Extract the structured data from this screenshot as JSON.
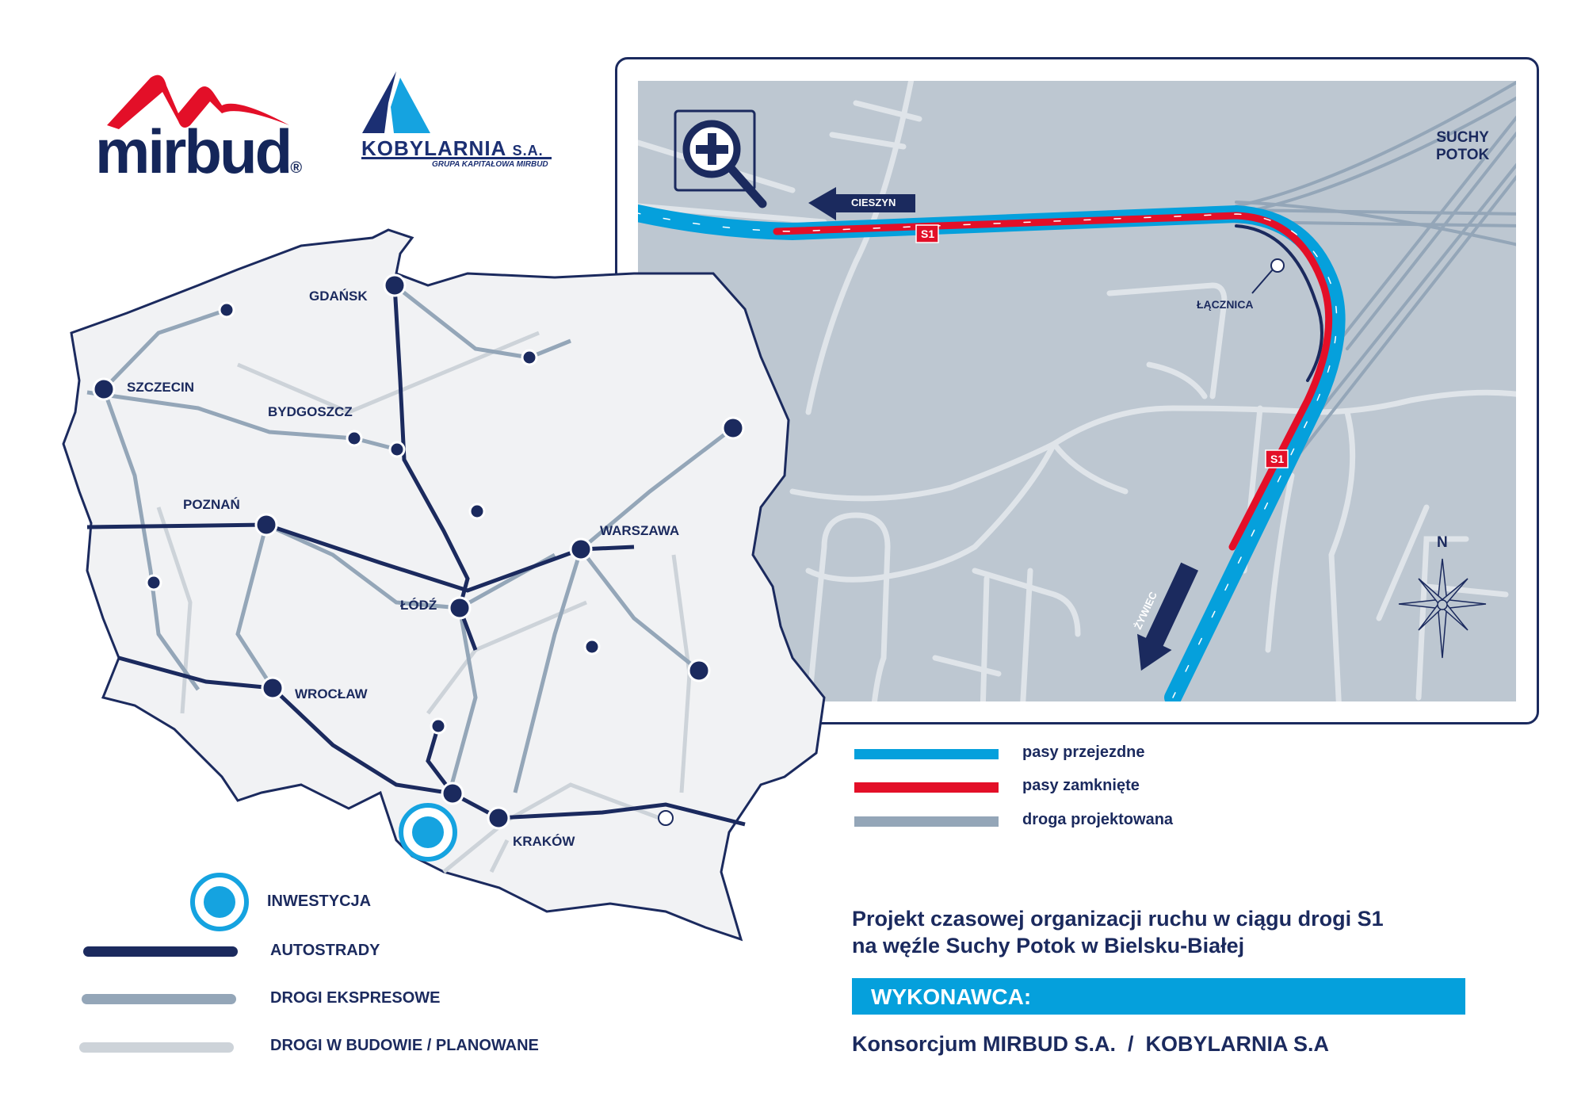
{
  "logos": {
    "mirbud": "mirbud",
    "mirbud_mark": "®",
    "kobylarnia": "KOBYLARNIA",
    "kobylarnia_suffix": "S.A.",
    "kobylarnia_sub": "GRUPA KAPITAŁOWA MIRBUD"
  },
  "poland_map": {
    "cities": [
      "GDAŃSK",
      "SZCZECIN",
      "BYDGOSZCZ",
      "POZNAŃ",
      "WARSZAWA",
      "ŁÓDŹ",
      "WROCŁAW",
      "KRAKÓW"
    ]
  },
  "legend_left": {
    "investment": "INWESTYCJA",
    "motorways": "AUTOSTRADY",
    "expressways": "DROGI EKSPRESOWE",
    "under_construction": "DROGI W BUDOWIE / PLANOWANE"
  },
  "detail_map": {
    "zoom_icon": "zoom-in-icon",
    "direction_west": "CIESZYN",
    "direction_south": "ŻYWIEC",
    "area_label_1": "SUCHY",
    "area_label_2": "POTOK",
    "ramp_label": "ŁĄCZNICA",
    "road_badge_1": "S1",
    "road_badge_2": "S1",
    "compass_north": "N"
  },
  "legend_right": {
    "items": [
      {
        "label": "pasy przejezdne",
        "color": "#05a0dc"
      },
      {
        "label": "pasy zamknięte",
        "color": "#e30f28"
      },
      {
        "label": "droga projektowana",
        "color": "#94a6b8"
      }
    ]
  },
  "title_line1": "Projekt czasowej organizacji ruchu w ciągu drogi S1",
  "title_line2": "na węźle Suchy Potok w Bielsku-Białej",
  "contractor_label": "WYKONAWCA:",
  "contractor": "Konsorcjum MIRBUD S.A.  /  KOBYLARNIA S.A"
}
